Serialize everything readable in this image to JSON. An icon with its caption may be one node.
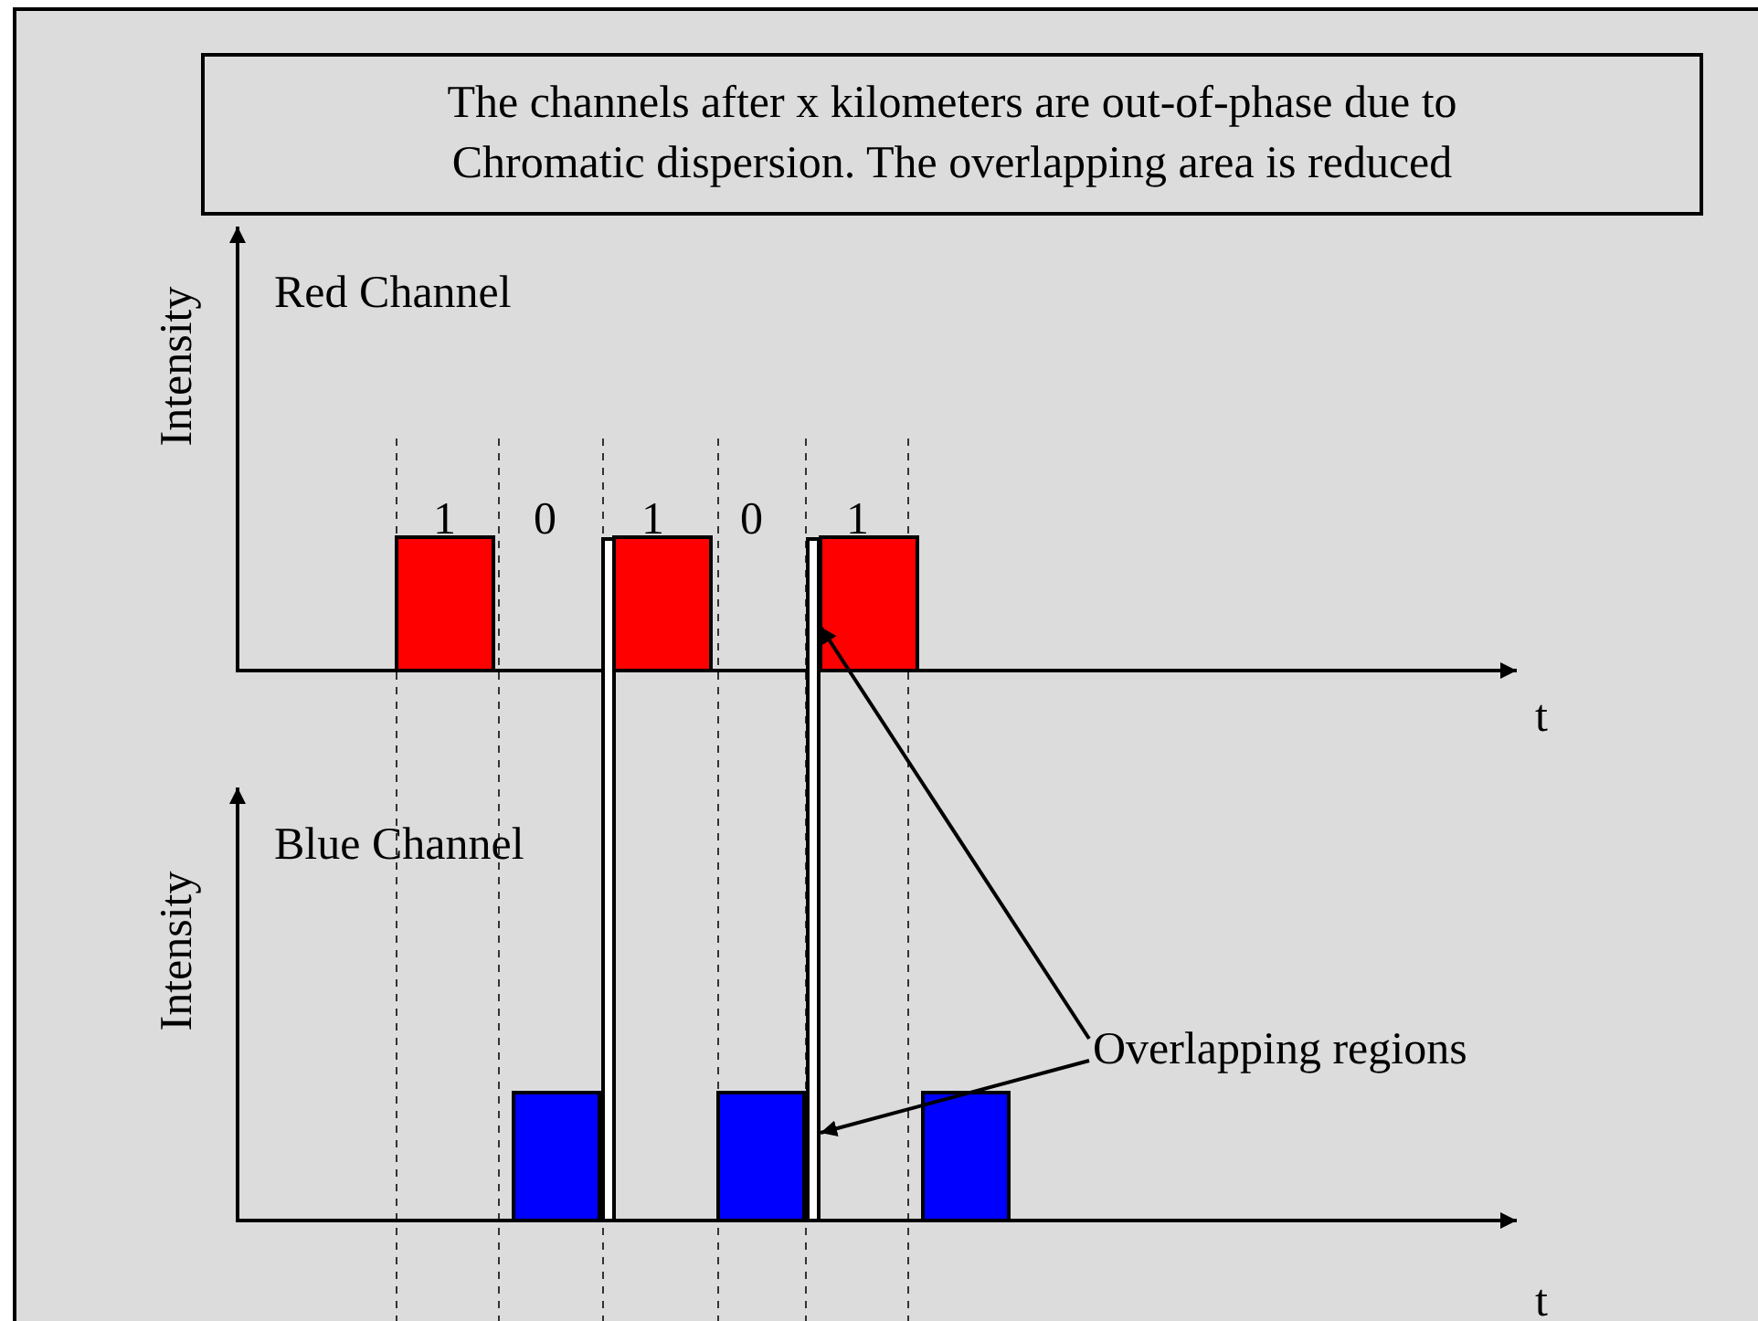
{
  "diagram": {
    "nodes": [
      {
        "text": [
          "The channels after x kilometers are out-of-phase due to Chromatic dispersion. The overlapping area is reduced"
        ]
      },
      {
        "text": [
          "Overlapping regions"
        ]
      },
      {
        "text": [],
        "shape": "bar"
      },
      {
        "text": [],
        "shape": "bar"
      }
    ],
    "edges": [
      {
        "from": 1,
        "to": 3,
        "arrow": "to"
      },
      {
        "from": 1,
        "to": 3,
        "arrow": "to"
      }
    ],
    "labels": [
      "Intensity",
      "Red Channel",
      "1",
      "0",
      "1",
      "0",
      "1",
      "t",
      "Intensity",
      "Blue Channel",
      "t"
    ]
  }
}
